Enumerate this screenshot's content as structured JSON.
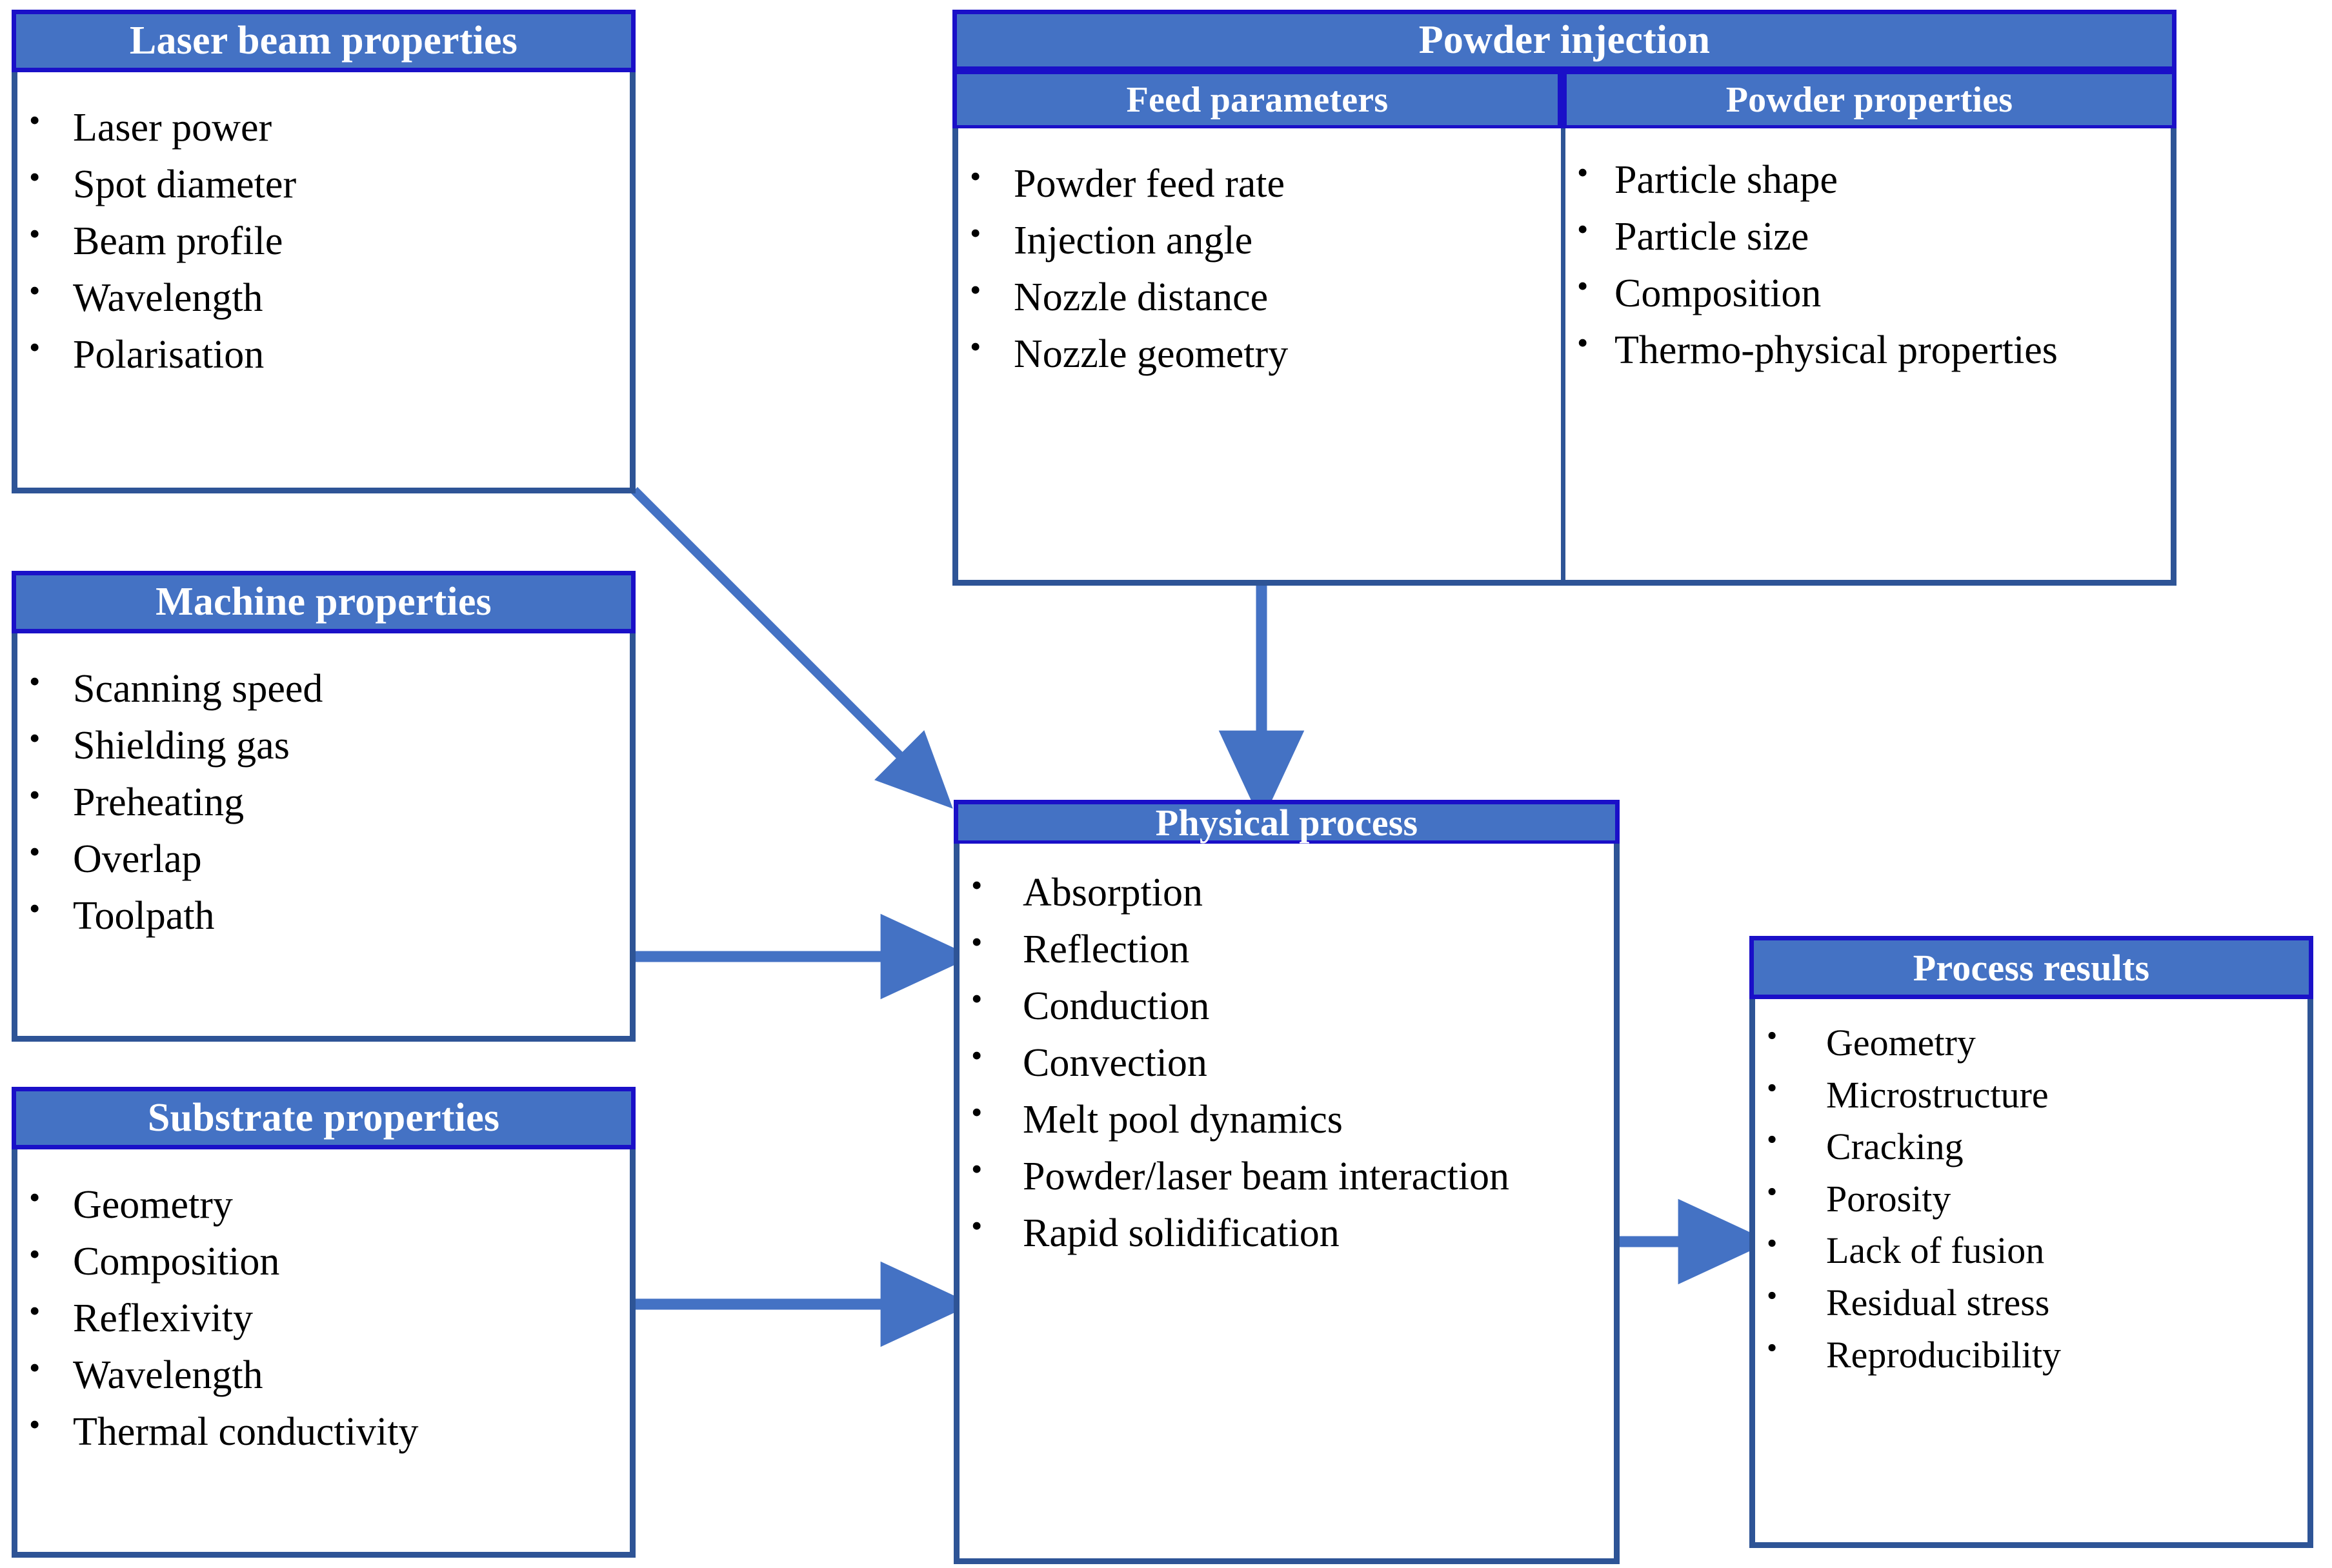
{
  "colors": {
    "header_fill": "#4472C4",
    "header_border": "#1A10C8",
    "body_border": "#2E5496",
    "arrow": "#4472C4",
    "text": "#000000",
    "header_text": "#FFFFFF",
    "background": "#FFFFFF"
  },
  "boxes": {
    "laser_beam": {
      "title": "Laser beam properties",
      "items": [
        "Laser power",
        "Spot diameter",
        "Beam profile",
        "Wavelength",
        "Polarisation"
      ]
    },
    "machine": {
      "title": "Machine properties",
      "items": [
        "Scanning speed",
        "Shielding gas",
        "Preheating",
        "Overlap",
        "Toolpath"
      ]
    },
    "substrate": {
      "title": "Substrate properties",
      "items": [
        "Geometry",
        "Composition",
        "Reflexivity",
        "Wavelength",
        "Thermal conductivity"
      ]
    },
    "powder_injection": {
      "title": "Powder injection",
      "feed_parameters": {
        "title": "Feed parameters",
        "items": [
          "Powder feed rate",
          "Injection angle",
          "Nozzle distance",
          "Nozzle geometry"
        ]
      },
      "powder_properties": {
        "title": "Powder properties",
        "items": [
          "Particle shape",
          "Particle size",
          "Composition",
          "Thermo-physical properties"
        ]
      }
    },
    "physical_process": {
      "title": "Physical process",
      "items": [
        "Absorption",
        "Reflection",
        "Conduction",
        "Convection",
        "Melt pool dynamics",
        "Powder/laser beam interaction",
        "Rapid solidification"
      ]
    },
    "process_results": {
      "title": "Process results",
      "items": [
        "Geometry",
        "Microstructure",
        "Cracking",
        "Porosity",
        "Lack of fusion",
        "Residual stress",
        "Reproducibility"
      ]
    }
  },
  "connectors": [
    {
      "name": "laser-beam-to-physical-process",
      "from": "laser_beam",
      "to": "physical_process",
      "style": "diagonal-arrow"
    },
    {
      "name": "powder-injection-to-physical-process",
      "from": "powder_injection",
      "to": "physical_process",
      "style": "vertical-arrow"
    },
    {
      "name": "machine-to-physical-process",
      "from": "machine",
      "to": "physical_process",
      "style": "horizontal-arrow"
    },
    {
      "name": "substrate-to-physical-process",
      "from": "substrate",
      "to": "physical_process",
      "style": "horizontal-arrow"
    },
    {
      "name": "physical-process-to-process-results",
      "from": "physical_process",
      "to": "process_results",
      "style": "horizontal-arrow"
    }
  ]
}
